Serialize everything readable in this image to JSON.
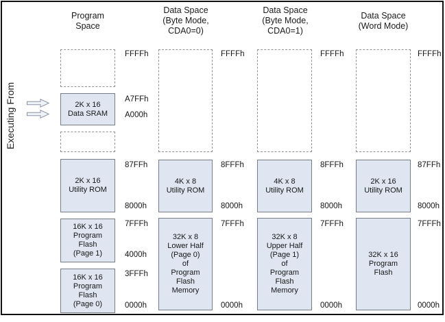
{
  "left_rail": {
    "label": "Executing From"
  },
  "columns": [
    {
      "header_lines": [
        "Program",
        "Space"
      ],
      "boxes": [
        {
          "type": "dashed",
          "lines": []
        },
        {
          "type": "solid",
          "lines": [
            "2K x 16",
            "Data SRAM"
          ]
        },
        {
          "type": "dashed",
          "lines": []
        },
        {
          "type": "solid",
          "lines": [
            "2K x 16",
            "Utility ROM"
          ]
        },
        {
          "type": "solid",
          "lines": [
            "16K x 16",
            "Program",
            "Flash",
            "(Page 1)"
          ]
        },
        {
          "type": "solid",
          "lines": [
            "16K x 16",
            "Program",
            "Flash",
            "(Page 0)"
          ]
        }
      ],
      "addresses": [
        "FFFFh",
        "A7FFh",
        "A000h",
        "87FFh",
        "8000h",
        "7FFFh",
        "4000h",
        "3FFFh",
        "0000h"
      ]
    },
    {
      "header_lines": [
        "Data Space",
        "(Byte Mode,",
        "CDA0=0)"
      ],
      "boxes": [
        {
          "type": "dashed",
          "lines": []
        },
        {
          "type": "solid",
          "lines": [
            "4K x 8",
            "Utility ROM"
          ]
        },
        {
          "type": "solid",
          "lines": [
            "32K x 8",
            "Lower Half",
            "(Page 0)",
            "of",
            "Program",
            "Flash",
            "Memory"
          ]
        }
      ],
      "addresses": [
        "FFFFh",
        "8FFFh",
        "8000h",
        "7FFFh",
        "0000h"
      ]
    },
    {
      "header_lines": [
        "Data Space",
        "(Byte Mode,",
        "CDA0=1)"
      ],
      "boxes": [
        {
          "type": "dashed",
          "lines": []
        },
        {
          "type": "solid",
          "lines": [
            "4K x 8",
            "Utility ROM"
          ]
        },
        {
          "type": "solid",
          "lines": [
            "32K x 8",
            "Upper Half",
            "(Page 1)",
            "of",
            "Program",
            "Flash",
            "Memory"
          ]
        }
      ],
      "addresses": [
        "FFFFh",
        "8FFFh",
        "8000h",
        "7FFFh",
        "0000h"
      ]
    },
    {
      "header_lines": [
        "Data Space",
        "(Word Mode)"
      ],
      "boxes": [
        {
          "type": "dashed",
          "lines": []
        },
        {
          "type": "solid",
          "lines": [
            "2K x 16",
            "Utility ROM"
          ]
        },
        {
          "type": "solid",
          "lines": [
            "32K x 16",
            "Program",
            "Flash"
          ]
        }
      ],
      "addresses": [
        "FFFFh",
        "87FFh",
        "8000h",
        "7FFFh",
        "0000h"
      ]
    }
  ],
  "colors": {
    "box_fill": "#dfe5f1",
    "box_border": "#767c87",
    "dashed_border": "#8f8f8f",
    "frame": "#111111",
    "arrow_fill": "#eef2f9",
    "arrow_border": "#8a93a3"
  }
}
